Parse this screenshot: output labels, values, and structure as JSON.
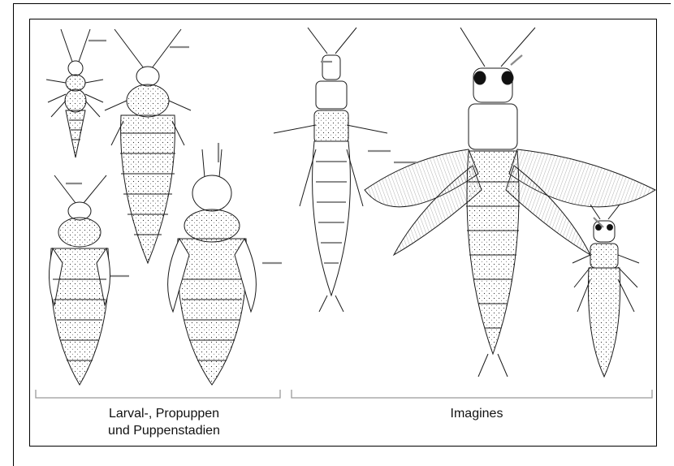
{
  "figure": {
    "groups": [
      {
        "id": "larval",
        "caption_line1": "Larval-, Propuppen",
        "caption_line2": "und Puppenstadien"
      },
      {
        "id": "adult",
        "caption_line1": "Imagines",
        "caption_line2": ""
      }
    ]
  },
  "colors": {
    "ink": "#1a1a1a",
    "pointer": "#8a8a8a",
    "bracket": "#9a9a9a",
    "frame": "#000000"
  }
}
